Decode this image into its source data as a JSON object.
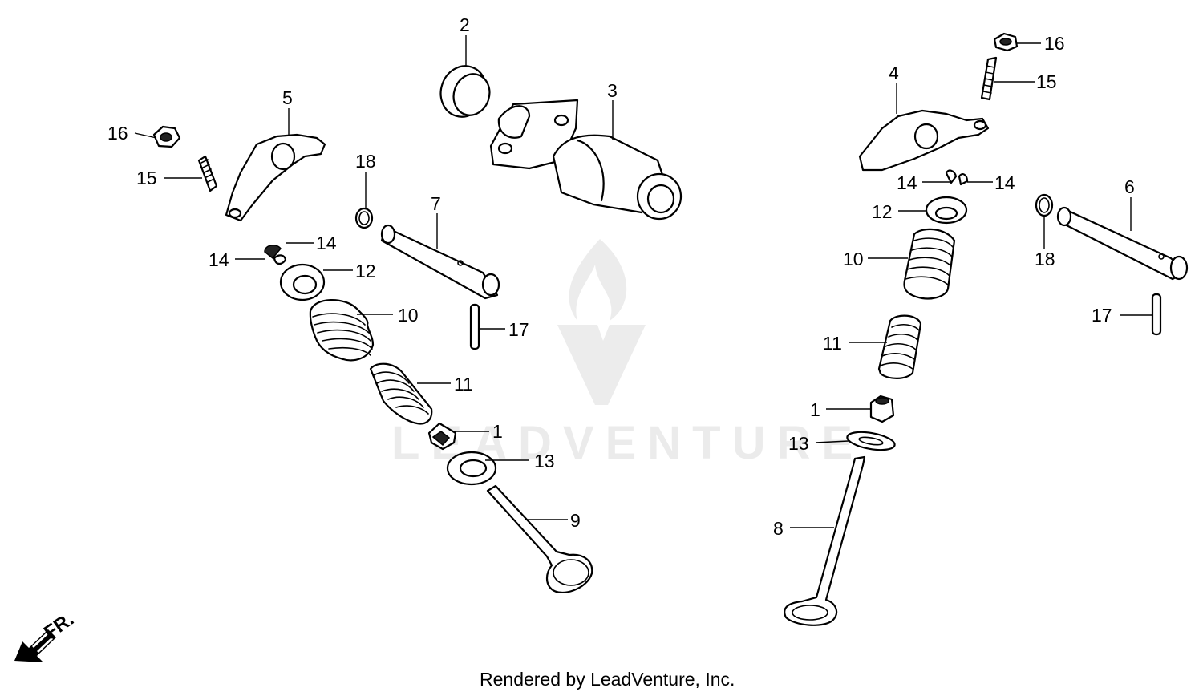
{
  "watermark": {
    "text": "LEADVENTURE"
  },
  "footer": {
    "text": "Rendered by LeadVenture, Inc."
  },
  "direction": {
    "label": "FR."
  },
  "callouts": [
    {
      "name": "callout-2",
      "text": "2"
    },
    {
      "name": "callout-3",
      "text": "3"
    },
    {
      "name": "callout-5",
      "text": "5"
    },
    {
      "name": "callout-16-left",
      "text": "16"
    },
    {
      "name": "callout-15-left",
      "text": "15"
    },
    {
      "name": "callout-18-left",
      "text": "18"
    },
    {
      "name": "callout-7",
      "text": "7"
    },
    {
      "name": "callout-14-left-a",
      "text": "14"
    },
    {
      "name": "callout-14-left-b",
      "text": "14"
    },
    {
      "name": "callout-12-left",
      "text": "12"
    },
    {
      "name": "callout-10-left",
      "text": "10"
    },
    {
      "name": "callout-17-left",
      "text": "17"
    },
    {
      "name": "callout-11-left",
      "text": "11"
    },
    {
      "name": "callout-1-left",
      "text": "1"
    },
    {
      "name": "callout-13-left",
      "text": "13"
    },
    {
      "name": "callout-9",
      "text": "9"
    },
    {
      "name": "callout-16-right",
      "text": "16"
    },
    {
      "name": "callout-15-right",
      "text": "15"
    },
    {
      "name": "callout-4",
      "text": "4"
    },
    {
      "name": "callout-14-right-a",
      "text": "14"
    },
    {
      "name": "callout-14-right-b",
      "text": "14"
    },
    {
      "name": "callout-6",
      "text": "6"
    },
    {
      "name": "callout-12-right",
      "text": "12"
    },
    {
      "name": "callout-18-right",
      "text": "18"
    },
    {
      "name": "callout-10-right",
      "text": "10"
    },
    {
      "name": "callout-17-right",
      "text": "17"
    },
    {
      "name": "callout-11-right",
      "text": "11"
    },
    {
      "name": "callout-1-right",
      "text": "1"
    },
    {
      "name": "callout-13-right",
      "text": "13"
    },
    {
      "name": "callout-8",
      "text": "8"
    }
  ]
}
